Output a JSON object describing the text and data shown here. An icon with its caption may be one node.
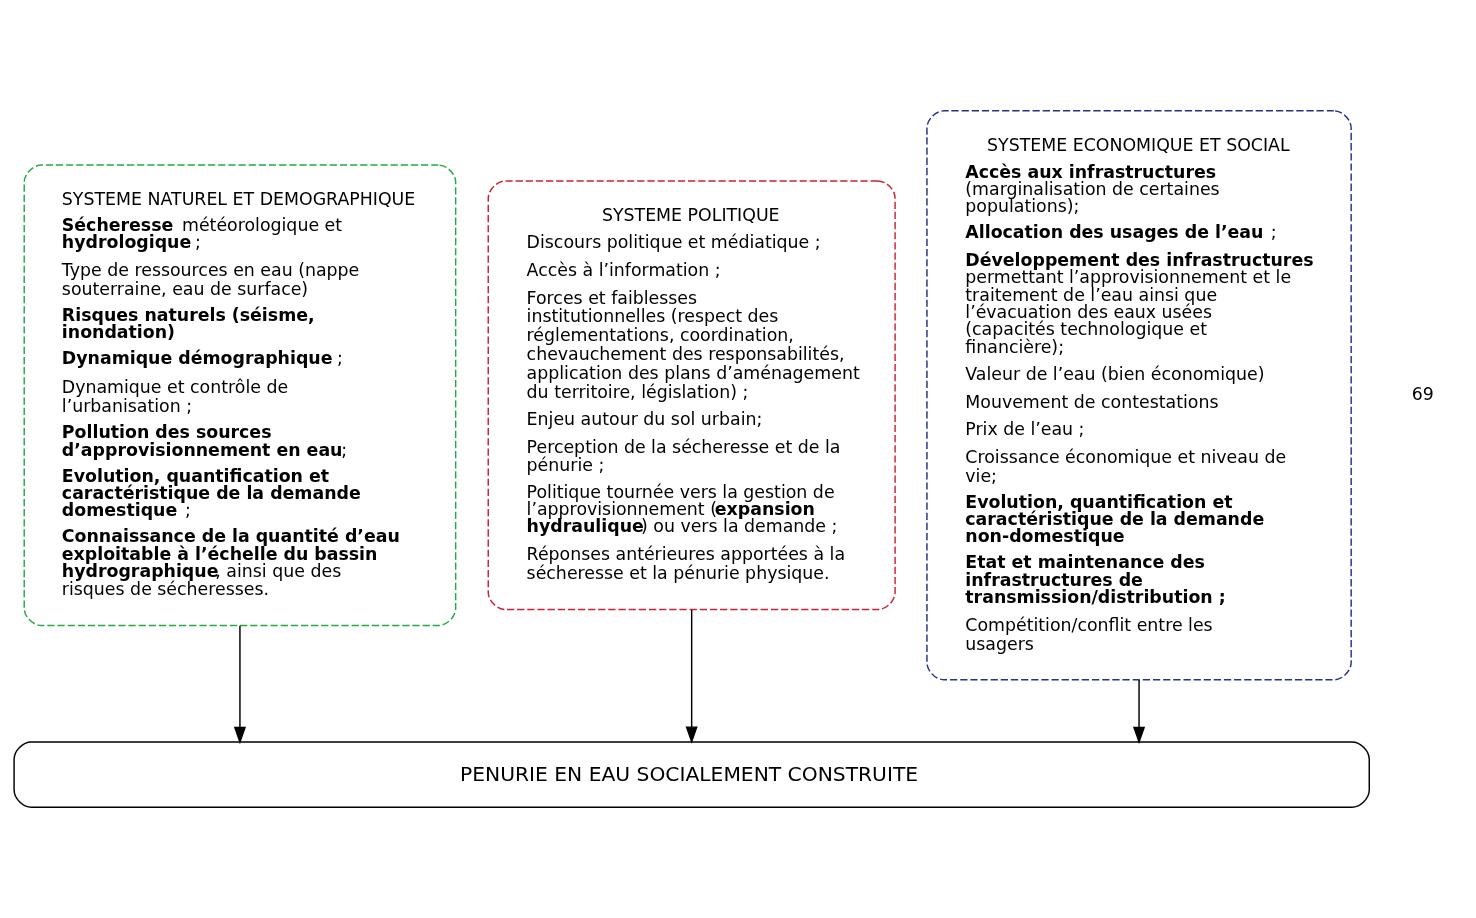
{
  "diagram": {
    "nodes": [
      {
        "text": [
          "SYSTEME NATUREL ET DEMOGRAPHIQUE",
          "**Sécheresse** météorologique et **hydrologique** ;",
          "Type de ressources en eau (nappe souterraine, eau de surface)",
          "**Risques naturels (séisme, inondation)**",
          "**Dynamique démographique** ;",
          "Dynamique et contrôle de l’urbanisation ;",
          "**Pollution des sources d’approvisionnement en eau**;",
          "**Evolution, quantification et caractéristique de la demande domestique** ;",
          "**Connaissance de la quantité d’eau exploitable à l’échelle du bassin hydrographique**, ainsi que des risques de sécheresses."
        ]
      },
      {
        "text": [
          "SYSTEME POLITIQUE",
          "Discours politique et médiatique ;",
          "Accès à l’information ;",
          "Forces et faiblesses institutionnelles (respect des réglementations, coordination, chevauchement des responsabilités, application des plans d’aménagement du territoire, législation) ;",
          "Enjeu autour du sol urbain;",
          "Perception de la sécheresse et de la pénurie ;",
          "Politique tournée vers la gestion de l’approvisionnement (**expansion hydraulique**) ou vers la demande ;",
          "Réponses antérieures apportées à la sécheresse et la pénurie physique."
        ]
      },
      {
        "text": [
          "SYSTEME ECONOMIQUE ET SOCIAL",
          "**Accès aux infrastructures** (marginalisation de certaines populations);",
          "**Allocation des usages de l’eau** ;",
          "**Développement des infrastructures** permettant l’approvisionnement et le traitement de l’eau ainsi que l’évacuation des eaux usées (capacités technologique et financière);",
          "Valeur de l’eau (bien économique)",
          "Mouvement de contestations",
          "Prix de l’eau ;",
          "Croissance économique et niveau de vie;",
          "**Evolution, quantification et caractéristique de la demande non-domestique**",
          "**Etat et maintenance des infrastructures de transmission/distribution ;**",
          "Compétition/conflit entre les usagers"
        ]
      },
      {
        "text": [
          "PENURIE EN EAU SOCIALEMENT CONSTRUITE"
        ]
      }
    ],
    "edges": [
      {
        "from": 0,
        "to": 3,
        "arrow": "to"
      },
      {
        "from": 1,
        "to": 3,
        "arrow": "to"
      },
      {
        "from": 2,
        "to": 3,
        "arrow": "to"
      }
    ],
    "labels": [
      "69"
    ]
  }
}
